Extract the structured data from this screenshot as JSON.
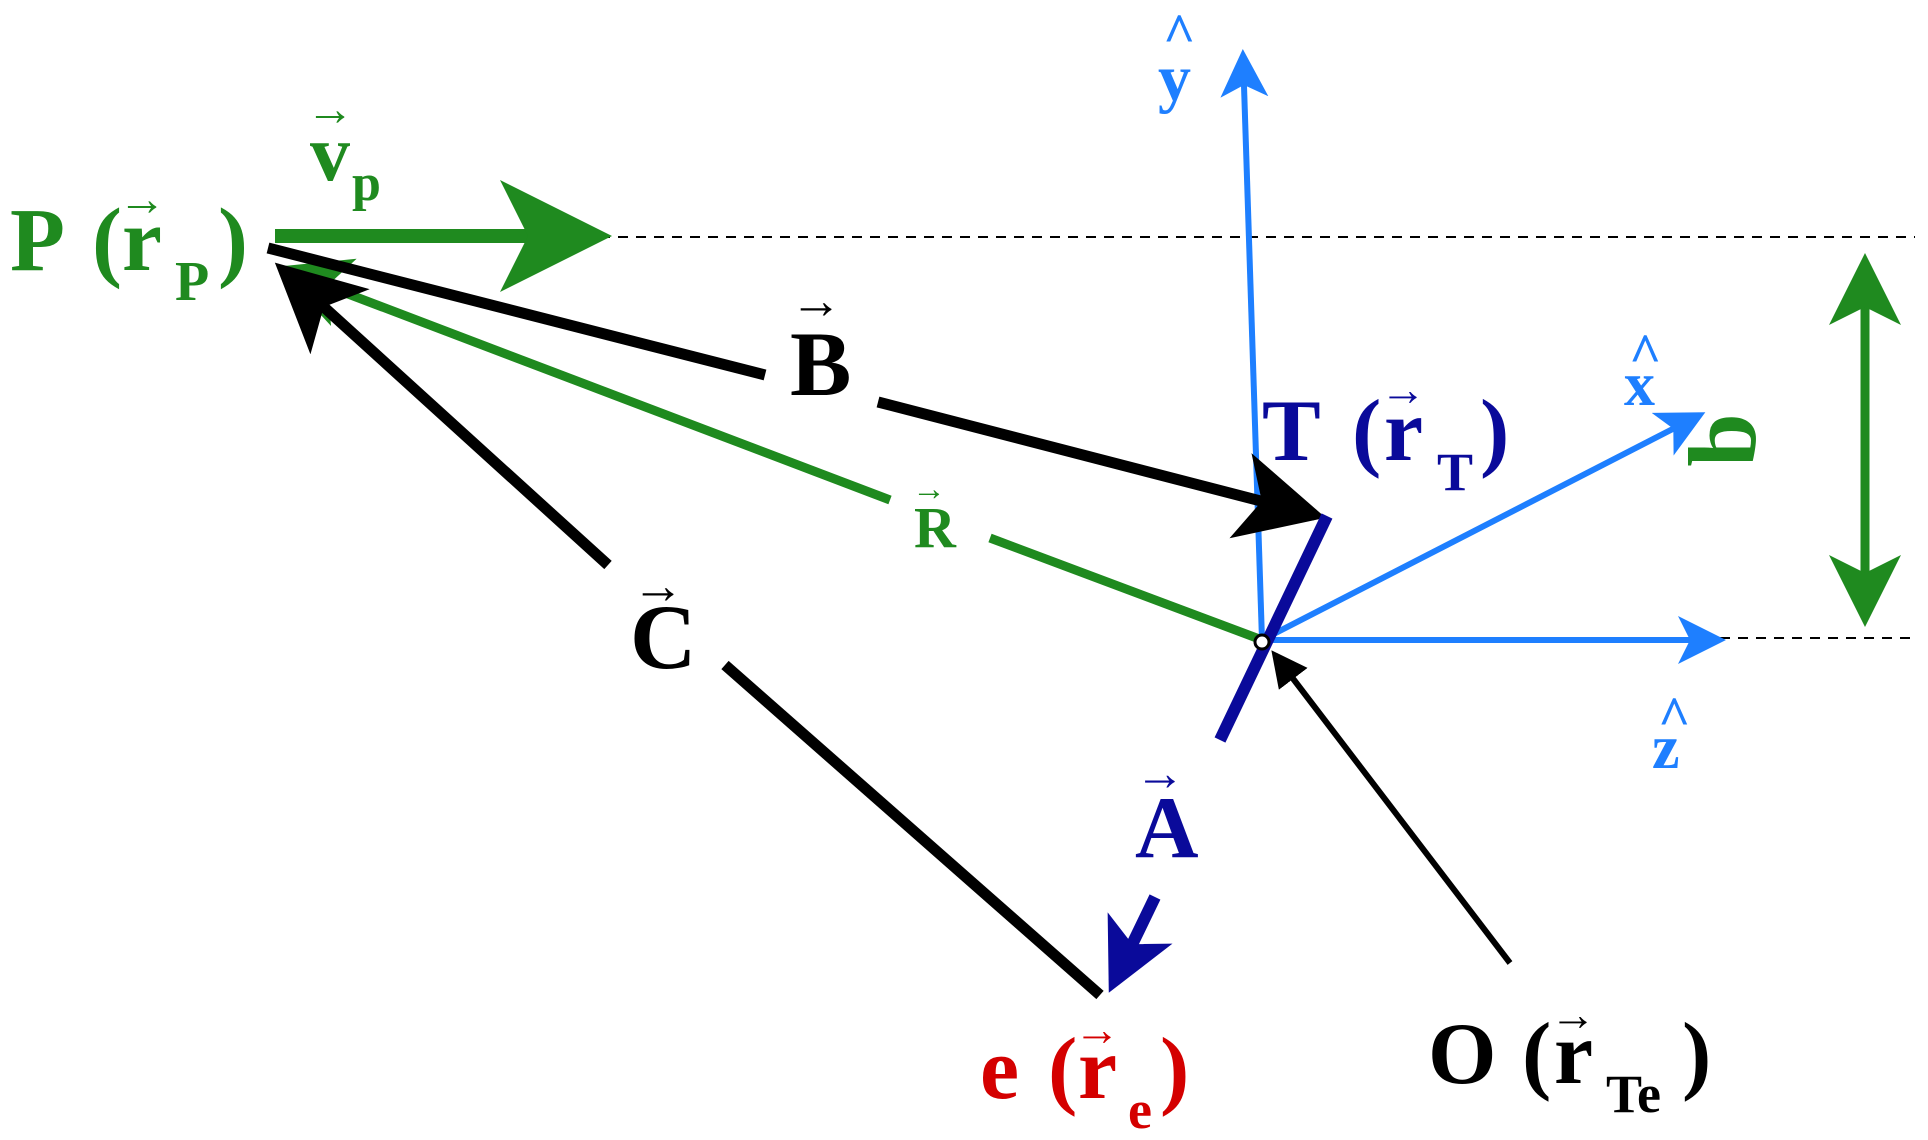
{
  "colors": {
    "black": "#000000",
    "green": "#1f8a1f",
    "navy": "#0a0a9a",
    "blue": "#1e7fff",
    "red": "#d40000"
  },
  "labels": {
    "P_letter": "P",
    "P_vec": "r",
    "P_sub": "P",
    "vp_letter": "v",
    "vp_sub": "p",
    "T_letter": "T",
    "T_vec": "r",
    "T_sub": "T",
    "e_letter": "e",
    "e_vec": "r",
    "e_sub": "e",
    "O_letter": "O",
    "O_vec": "r",
    "O_sub": "Te",
    "B": "B",
    "C": "C",
    "R": "R",
    "A": "A",
    "b": "b",
    "x_hat": "x",
    "y_hat": "y",
    "z_hat": "z",
    "open_paren": "(",
    "close_paren": ")",
    "hat": "^"
  }
}
